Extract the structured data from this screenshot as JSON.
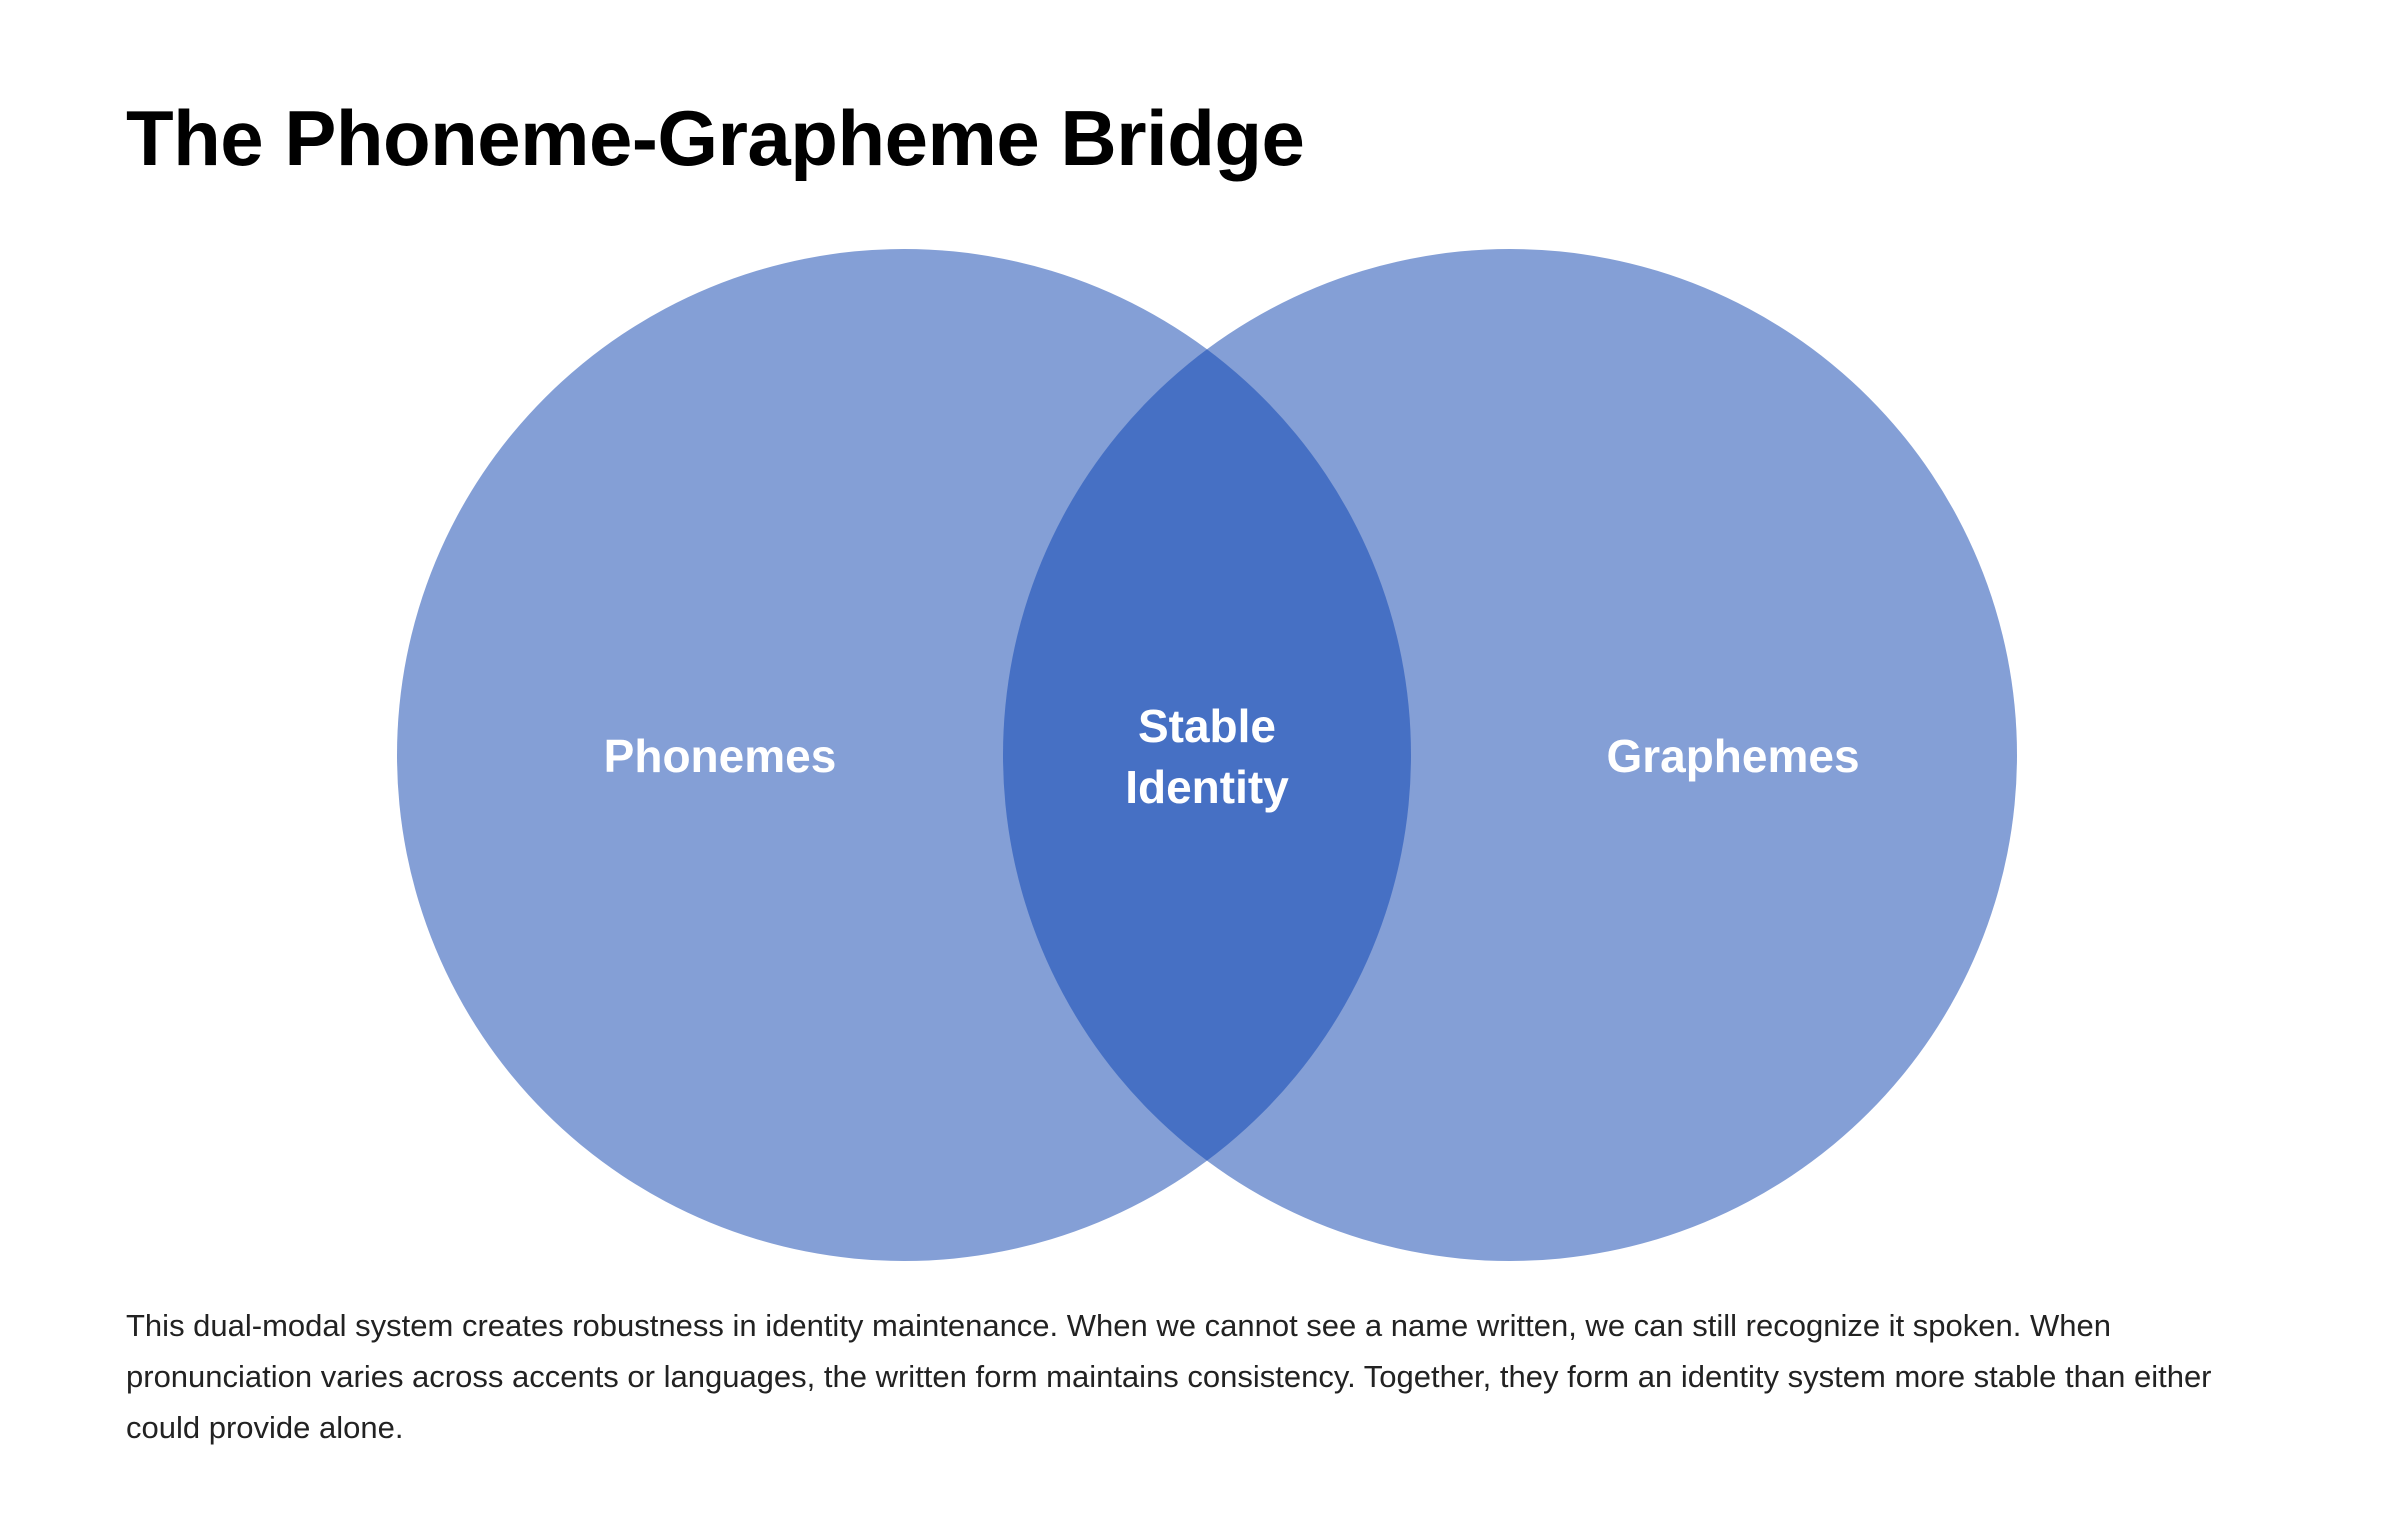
{
  "page": {
    "title": "The Phoneme-Grapheme Bridge",
    "description": "This dual-modal system creates robustness in identity maintenance. When we cannot see a name written, we can still recognize it spoken. When pronunciation varies across accents or languages, the written form maintains consistency. Together, they form an identity system more stable than either could provide alone."
  },
  "diagram": {
    "type": "venn",
    "sets": [
      {
        "label": "Phonemes"
      },
      {
        "label": "Graphemes"
      }
    ],
    "intersection": {
      "label_lines": [
        "Stable",
        "Identity"
      ]
    },
    "colors": {
      "circle_fill": "#849fd6",
      "overlap_fill": "#4670c4",
      "label_text": "#ffffff"
    }
  }
}
